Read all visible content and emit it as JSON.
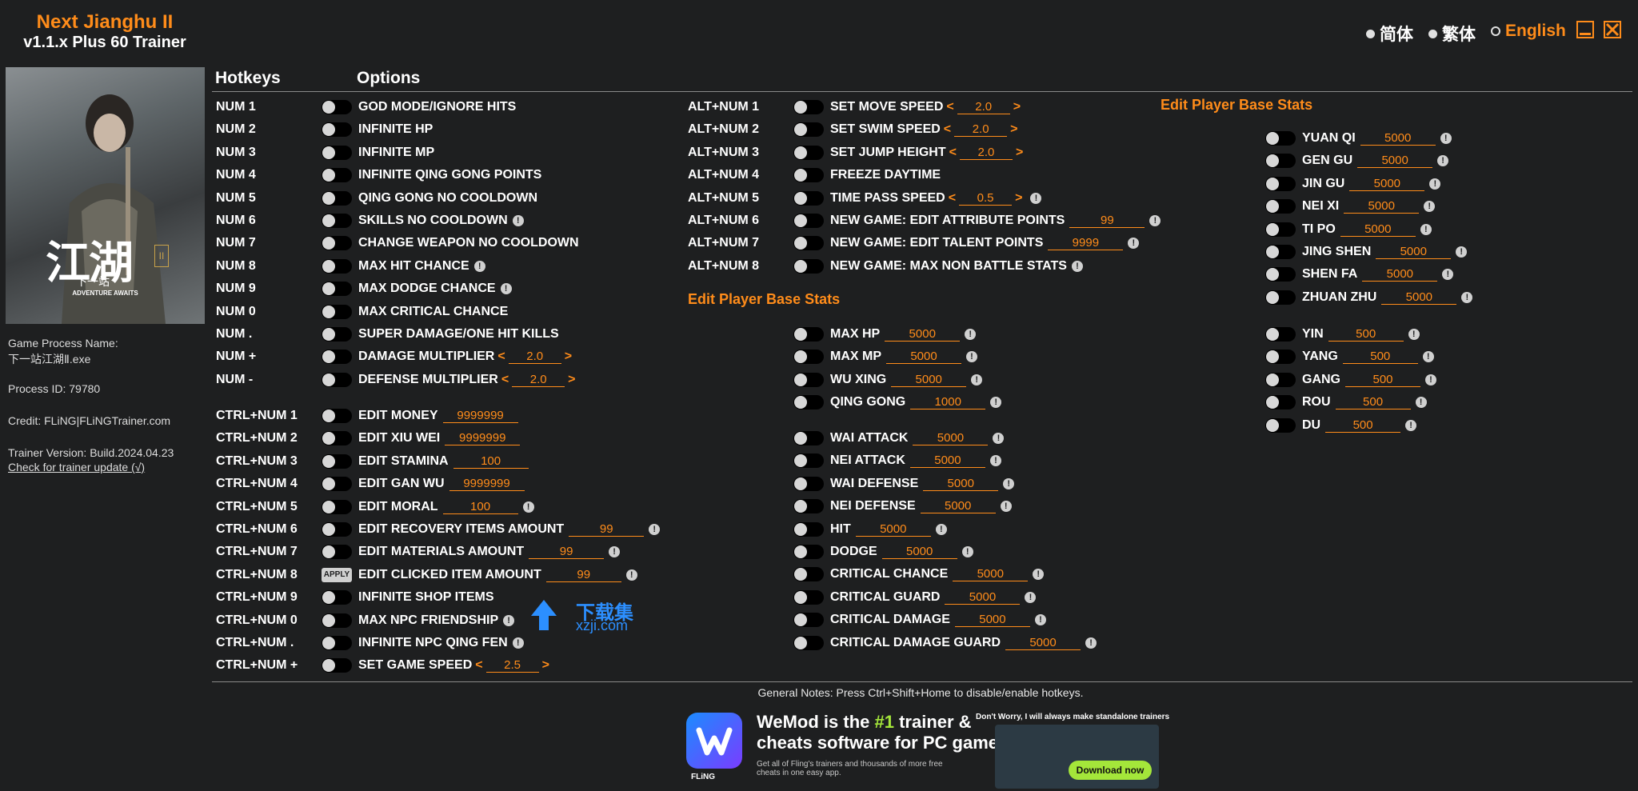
{
  "header": {
    "game_title": "Next Jianghu II",
    "trainer_title": "v1.1.x Plus 60 Trainer",
    "languages": [
      {
        "label": "简体",
        "selected": false
      },
      {
        "label": "繁体",
        "selected": false
      },
      {
        "label": "English",
        "selected": true
      }
    ]
  },
  "cover": {
    "logo_text": "江湖",
    "logo_sub": "下一站",
    "tagline": "ADVENTURE AWAITS",
    "badge": "II"
  },
  "sidebar": {
    "process_name_label": "Game Process Name:",
    "process_name": "下一站江湖Ⅱ.exe",
    "process_id": "Process ID: 79780",
    "credit": "Credit: FLiNG|FLiNGTrainer.com",
    "version": "Trainer Version: Build.2024.04.23",
    "update_link": "Check for trainer update (√)"
  },
  "columns": {
    "hotkeys": "Hotkeys",
    "options": "Options"
  },
  "col1": [
    {
      "hotkey": "NUM 1",
      "label": "GOD MODE/IGNORE HITS"
    },
    {
      "hotkey": "NUM 2",
      "label": "INFINITE HP"
    },
    {
      "hotkey": "NUM 3",
      "label": "INFINITE MP"
    },
    {
      "hotkey": "NUM 4",
      "label": "INFINITE QING GONG POINTS"
    },
    {
      "hotkey": "NUM 5",
      "label": "QING GONG NO COOLDOWN"
    },
    {
      "hotkey": "NUM 6",
      "label": "SKILLS NO COOLDOWN",
      "info": true
    },
    {
      "hotkey": "NUM 7",
      "label": "CHANGE WEAPON NO COOLDOWN"
    },
    {
      "hotkey": "NUM 8",
      "label": "MAX HIT CHANCE",
      "info": true
    },
    {
      "hotkey": "NUM 9",
      "label": "MAX DODGE CHANCE",
      "info": true
    },
    {
      "hotkey": "NUM 0",
      "label": "MAX CRITICAL CHANCE"
    },
    {
      "hotkey": "NUM .",
      "label": "SUPER DAMAGE/ONE HIT KILLS"
    },
    {
      "hotkey": "NUM +",
      "label": "DAMAGE MULTIPLIER",
      "spin": "2.0"
    },
    {
      "hotkey": "NUM -",
      "label": "DEFENSE MULTIPLIER",
      "spin": "2.0"
    }
  ],
  "col1b": [
    {
      "hotkey": "CTRL+NUM 1",
      "label": "EDIT MONEY",
      "value": "9999999"
    },
    {
      "hotkey": "CTRL+NUM 2",
      "label": "EDIT XIU WEI",
      "value": "9999999"
    },
    {
      "hotkey": "CTRL+NUM 3",
      "label": "EDIT STAMINA",
      "value": "100"
    },
    {
      "hotkey": "CTRL+NUM 4",
      "label": "EDIT GAN WU",
      "value": "9999999"
    },
    {
      "hotkey": "CTRL+NUM 5",
      "label": "EDIT MORAL",
      "value": "100",
      "info": true
    },
    {
      "hotkey": "CTRL+NUM 6",
      "label": "EDIT RECOVERY ITEMS AMOUNT",
      "value": "99",
      "info": true
    },
    {
      "hotkey": "CTRL+NUM 7",
      "label": "EDIT MATERIALS AMOUNT",
      "value": "99",
      "info": true
    },
    {
      "hotkey": "CTRL+NUM 8",
      "label": "EDIT CLICKED ITEM AMOUNT",
      "value": "99",
      "info": true,
      "apply": "APPLY"
    },
    {
      "hotkey": "CTRL+NUM 9",
      "label": "INFINITE SHOP ITEMS"
    },
    {
      "hotkey": "CTRL+NUM 0",
      "label": "MAX NPC FRIENDSHIP",
      "info": true
    },
    {
      "hotkey": "CTRL+NUM .",
      "label": "INFINITE NPC QING FEN",
      "info": true
    },
    {
      "hotkey": "CTRL+NUM +",
      "label": "SET GAME SPEED",
      "spin": "2.5"
    }
  ],
  "col2": [
    {
      "hotkey": "ALT+NUM 1",
      "label": "SET MOVE SPEED",
      "spin": "2.0"
    },
    {
      "hotkey": "ALT+NUM 2",
      "label": "SET SWIM SPEED",
      "spin": "2.0"
    },
    {
      "hotkey": "ALT+NUM 3",
      "label": "SET JUMP HEIGHT",
      "spin": "2.0"
    },
    {
      "hotkey": "ALT+NUM 4",
      "label": "FREEZE DAYTIME"
    },
    {
      "hotkey": "ALT+NUM 5",
      "label": "TIME PASS SPEED",
      "spin": "0.5",
      "info": true
    },
    {
      "hotkey": "ALT+NUM 6",
      "label": "NEW GAME: EDIT ATTRIBUTE POINTS",
      "value": "99",
      "info": true
    },
    {
      "hotkey": "ALT+NUM 7",
      "label": "NEW GAME: EDIT TALENT POINTS",
      "value": "9999",
      "info": true
    },
    {
      "hotkey": "ALT+NUM 8",
      "label": "NEW GAME: MAX NON BATTLE STATS",
      "info": true
    }
  ],
  "section_title": "Edit Player Base Stats",
  "col2b": [
    {
      "label": "MAX HP",
      "value": "5000",
      "info": true
    },
    {
      "label": "MAX MP",
      "value": "5000",
      "info": true
    },
    {
      "label": "WU XING",
      "value": "5000",
      "info": true
    },
    {
      "label": "QING GONG",
      "value": "1000",
      "info": true
    }
  ],
  "col2c": [
    {
      "label": "WAI ATTACK",
      "value": "5000",
      "info": true
    },
    {
      "label": "NEI ATTACK",
      "value": "5000",
      "info": true
    },
    {
      "label": "WAI DEFENSE",
      "value": "5000",
      "info": true
    },
    {
      "label": "NEI DEFENSE",
      "value": "5000",
      "info": true
    },
    {
      "label": "HIT",
      "value": "5000",
      "info": true
    },
    {
      "label": "DODGE",
      "value": "5000",
      "info": true
    },
    {
      "label": "CRITICAL CHANCE",
      "value": "5000",
      "info": true
    },
    {
      "label": "CRITICAL GUARD",
      "value": "5000",
      "info": true
    },
    {
      "label": "CRITICAL DAMAGE",
      "value": "5000",
      "info": true
    },
    {
      "label": "CRITICAL DAMAGE GUARD",
      "value": "5000",
      "info": true
    }
  ],
  "col3": [
    {
      "label": "YUAN QI",
      "value": "5000",
      "info": true
    },
    {
      "label": "GEN GU",
      "value": "5000",
      "info": true
    },
    {
      "label": "JIN GU",
      "value": "5000",
      "info": true
    },
    {
      "label": "NEI XI",
      "value": "5000",
      "info": true
    },
    {
      "label": "TI PO",
      "value": "5000",
      "info": true
    },
    {
      "label": "JING SHEN",
      "value": "5000",
      "info": true
    },
    {
      "label": "SHEN FA",
      "value": "5000",
      "info": true
    },
    {
      "label": "ZHUAN ZHU",
      "value": "5000",
      "info": true
    }
  ],
  "col3b": [
    {
      "label": "YIN",
      "value": "500",
      "info": true
    },
    {
      "label": "YANG",
      "value": "500",
      "info": true
    },
    {
      "label": "GANG",
      "value": "500",
      "info": true
    },
    {
      "label": "ROU",
      "value": "500",
      "info": true
    },
    {
      "label": "DU",
      "value": "500",
      "info": true
    }
  ],
  "notes": "General Notes: Press Ctrl+Shift+Home to disable/enable hotkeys.",
  "watermark": {
    "cn": "下载集",
    "en": "xzji.com"
  },
  "ad": {
    "headline_pre": "WeMod is the ",
    "headline_hl": "#1",
    "headline_post": " trainer &",
    "headline2": "cheats software for PC games",
    "sub": "Get all of Fling's trainers and thousands of more free cheats in one easy app.",
    "note": "Don't Worry, I will always make standalone trainers",
    "button": "Download now",
    "brand": "FLiNG"
  }
}
